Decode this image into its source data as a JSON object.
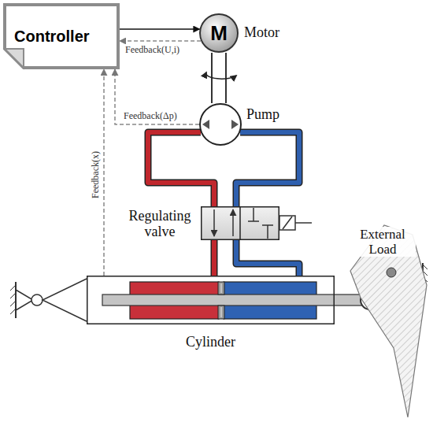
{
  "diagram": {
    "nodes": [
      {
        "text": [
          "Controller"
        ]
      },
      {
        "text": [
          "M",
          "Motor"
        ]
      },
      {
        "text": [
          "Pump"
        ]
      },
      {
        "text": [
          "Regulating valve"
        ]
      },
      {
        "text": [
          "Cylinder"
        ]
      },
      {
        "text": [
          "External Load"
        ]
      }
    ],
    "edges": [
      {
        "from": 0,
        "to": 1,
        "arrow": "to"
      },
      {
        "from": 1,
        "to": 0,
        "arrow": "to",
        "label": "Feedback(U,i)"
      },
      {
        "from": 2,
        "to": 0,
        "arrow": "to",
        "label": "Feedback(Δp)"
      },
      {
        "from": 4,
        "to": 0,
        "arrow": "to",
        "label": "Feedback(x)"
      },
      {
        "from": 1,
        "to": 2,
        "arrow": "none"
      },
      {
        "from": 2,
        "to": 3,
        "arrow": "none"
      },
      {
        "from": 2,
        "to": 3,
        "arrow": "none"
      },
      {
        "from": 3,
        "to": 4,
        "arrow": "none"
      },
      {
        "from": 3,
        "to": 4,
        "arrow": "none"
      }
    ]
  }
}
